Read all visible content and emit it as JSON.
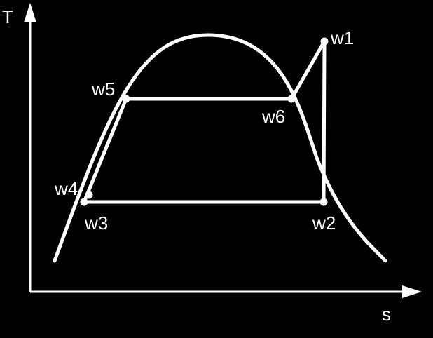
{
  "axes": {
    "y_label": "T",
    "x_label": "s"
  },
  "points": {
    "w1": "w1",
    "w2": "w2",
    "w3": "w3",
    "w4": "w4",
    "w5": "w5",
    "w6": "w6"
  },
  "colors": {
    "background": "#000000",
    "foreground": "#ffffff"
  }
}
